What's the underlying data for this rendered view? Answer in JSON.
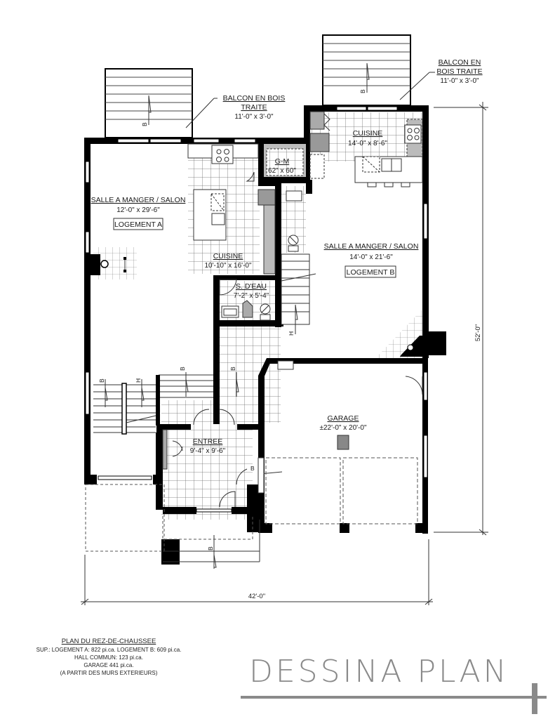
{
  "plan": {
    "title": "PLAN DU REZ-DE-CHAUSSEE",
    "summary_lines": [
      "SUP.: LOGEMENT A: 822 pi.ca. LOGEMENT B: 609 pi.ca.",
      "HALL COMMUN: 123 pi.ca.",
      "GARAGE 441 pi.ca.",
      "(A PARTIR DES MURS EXTERIEURS)"
    ],
    "overall_width": "42'-0\"",
    "overall_depth": "52'-0\""
  },
  "balconies": [
    {
      "title_line1": "BALCON EN BOIS",
      "title_line2": "TRAITE",
      "dimensions": "11'-0\" x 3'-0\"",
      "stair_mark": "B"
    },
    {
      "title_line1": "BALCON EN",
      "title_line2": "BOIS TRAITE",
      "dimensions": "11'-0\" x 3'-0\"",
      "stair_mark": "B"
    }
  ],
  "rooms": {
    "living_a": {
      "name": "SALLE A MANGER / SALON",
      "dimensions": "12'-0\" x 29'-6\"",
      "unit": "LOGEMENT A"
    },
    "kitchen_a": {
      "name": "CUISINE",
      "dimensions": "10'-10\" x 16'-0\""
    },
    "laundry": {
      "name": "G-M",
      "dimensions": "62\" x 60\""
    },
    "washroom": {
      "name": "S. D'EAU",
      "dimensions": "7'-2\" x 5'-4\""
    },
    "kitchen_b": {
      "name": "CUISINE",
      "dimensions": "14'-0\" x 8'-6\""
    },
    "living_b": {
      "name": "SALLE A MANGER / SALON",
      "dimensions": "14'-0\" x 21'-6\"",
      "unit": "LOGEMENT B"
    },
    "entrance": {
      "name": "ENTREE",
      "dimensions": "9'-4\" x 9'-6\""
    },
    "garage": {
      "name": "GARAGE",
      "dimensions": "±22'-0\" x 20'-0\""
    }
  },
  "stair_marks": {
    "down": "B",
    "up": "H"
  },
  "branding": {
    "logo_text": "DESSINA PLAN"
  },
  "colors": {
    "wall": "#000000",
    "line": "#333333",
    "cabinet_gray": "#9a9a9a",
    "brand_gray": "#8a8a8a"
  }
}
